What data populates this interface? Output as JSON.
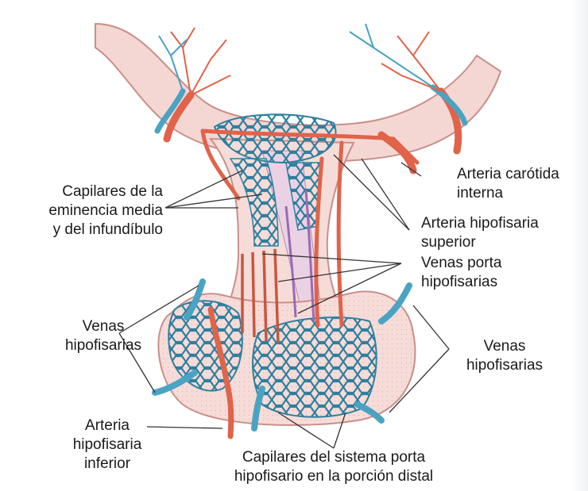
{
  "labels": {
    "carotid": [
      "Arteria carótida",
      "interna"
    ],
    "capillaries_median": [
      "Capilares de la",
      "eminencia media",
      "y del infundíbulo"
    ],
    "sup_artery": [
      "Arteria hipofisaria",
      "superior"
    ],
    "portal_veins": [
      "Venas porta",
      "hipofisarias"
    ],
    "left_veins": [
      "Venas",
      "hipofisarias"
    ],
    "right_veins": [
      "Venas",
      "hipofisarias"
    ],
    "inf_artery": [
      "Arteria",
      "hipofisaria",
      "inferior"
    ],
    "distal_capillaries": [
      "Capilares del sistema porta",
      "hipofisario en la porción distal"
    ]
  },
  "colors": {
    "artery": "#e0634a",
    "vein": "#4aa3c2",
    "capillary": "#2f7f9f",
    "tissue": "#f6dcd8",
    "tissue_stroke": "#c98f8a",
    "neuro": "#9a6bb5"
  }
}
